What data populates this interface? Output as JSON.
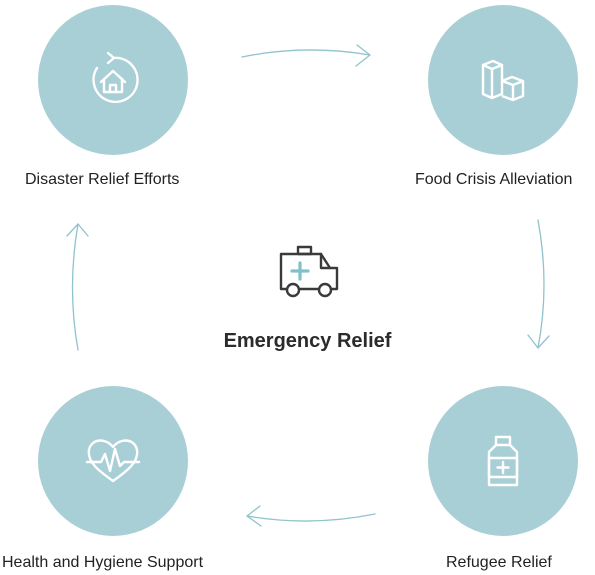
{
  "diagram": {
    "center": {
      "title": "Emergency Relief",
      "icon": "ambulance-icon"
    },
    "nodes": [
      {
        "label": "Disaster Relief Efforts",
        "icon": "home-refresh-icon"
      },
      {
        "label": "Food Crisis Alleviation",
        "icon": "boxes-icon"
      },
      {
        "label": "Refugee Relief",
        "icon": "medicine-bottle-icon"
      },
      {
        "label": "Health and Hygiene Support",
        "icon": "heartbeat-icon"
      }
    ],
    "colors": {
      "circle_fill": "#a9cfd6",
      "icon_stroke": "#ffffff",
      "arrow": "#8fc3cd",
      "center_icon": "#3a3a3a",
      "center_cross": "#7fc0cc"
    }
  }
}
